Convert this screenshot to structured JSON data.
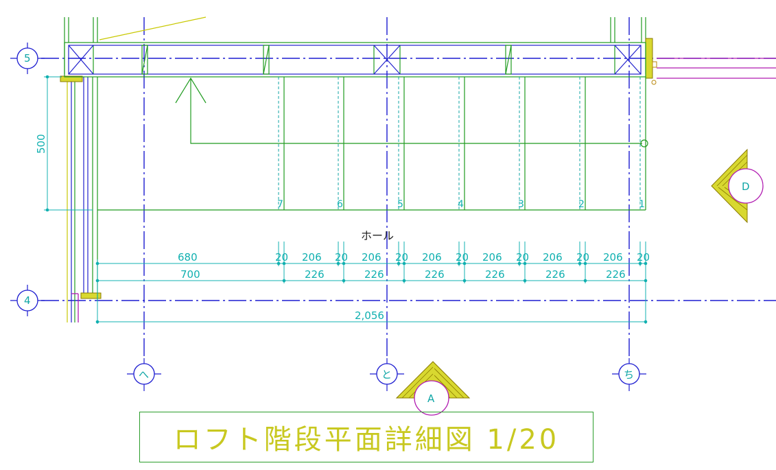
{
  "grid_bubbles": {
    "row_top": "5",
    "row_bottom": "4",
    "col_left": "へ",
    "col_mid": "と",
    "col_right": "ち"
  },
  "section_markers": {
    "right": "D",
    "bottom": "A"
  },
  "room_label": "ホール",
  "step_numbers": [
    "7",
    "6",
    "5",
    "4",
    "3",
    "2",
    "1"
  ],
  "dimensions": {
    "vertical": "500",
    "row1": [
      "680",
      "20",
      "206",
      "20",
      "206",
      "20",
      "206",
      "20",
      "206",
      "20",
      "206",
      "20",
      "206",
      "20"
    ],
    "row2": [
      "700",
      "226",
      "226",
      "226",
      "226",
      "226",
      "226"
    ],
    "total": "2,056"
  },
  "title": "ロフト階段平面詳細図 1/20",
  "colors": {
    "grid_line": "#1b1bd0",
    "wall_line": "#1f9b1f",
    "dimension": "#10b0b0",
    "hatch": "#d8d830",
    "title_text": "#c8c820"
  }
}
